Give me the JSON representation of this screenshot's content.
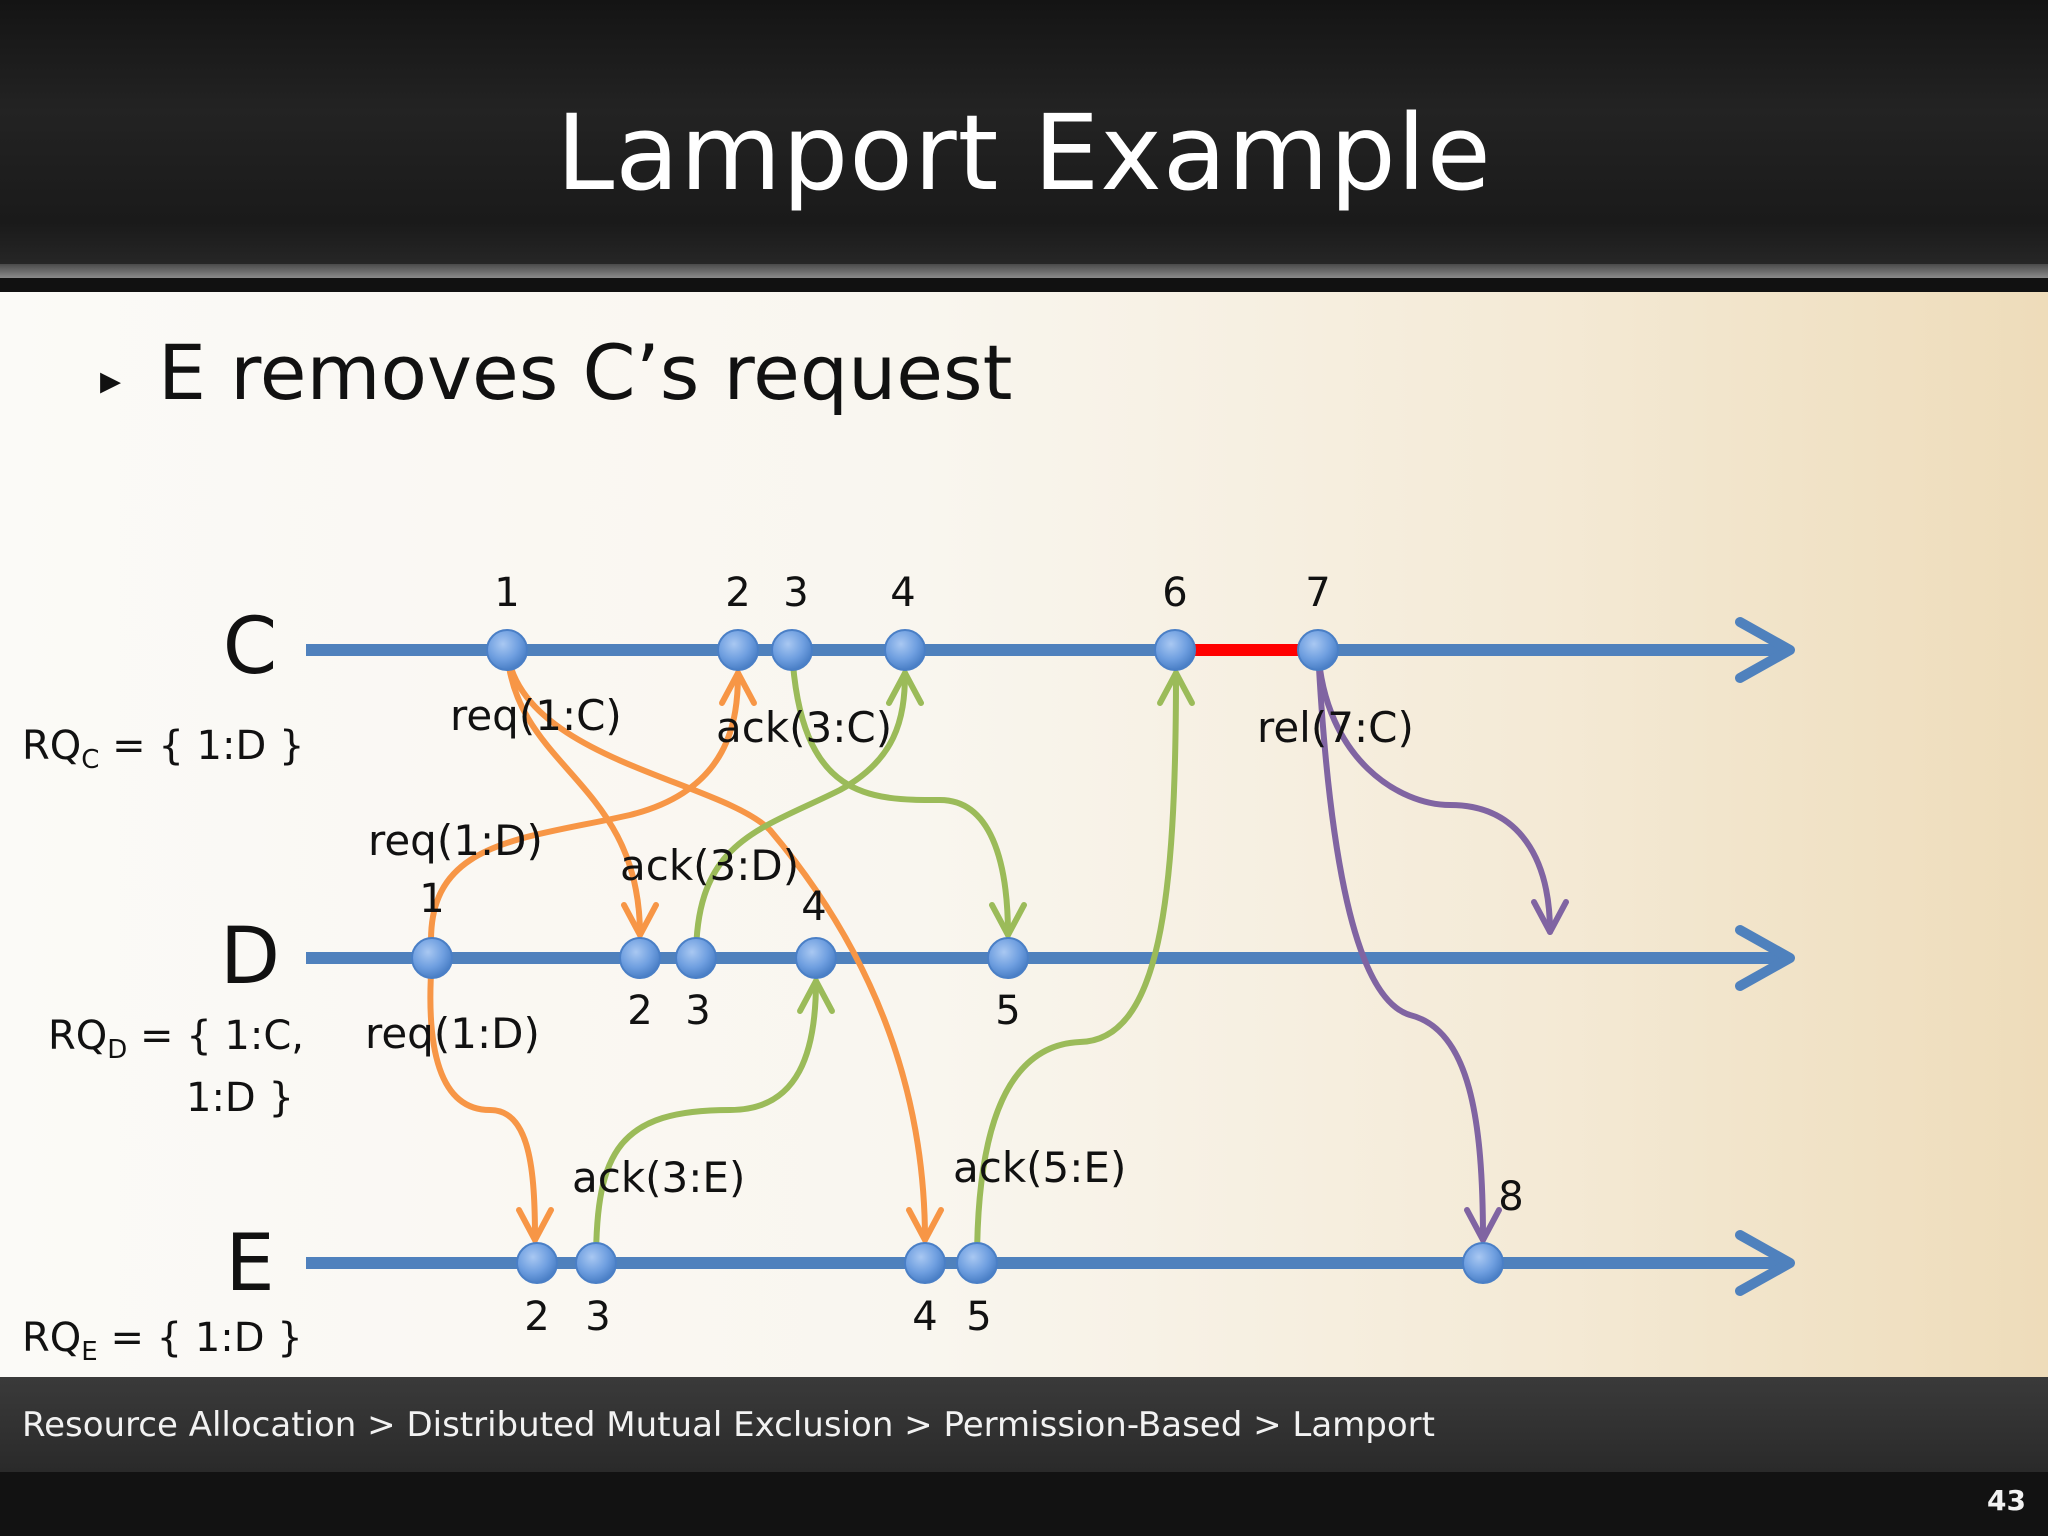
{
  "slide": {
    "title": "Lamport Example",
    "bullet": "E removes C’s request",
    "breadcrumb": "Resource Allocation > Distributed Mutual Exclusion > Permission-Based > Lamport",
    "page_number": "43"
  },
  "processes": [
    {
      "name": "C",
      "rq_prefix": "RQ",
      "rq_sub": "C",
      "rq_value": "= { 1:D }"
    },
    {
      "name": "D",
      "rq_prefix": "RQ",
      "rq_sub": "D",
      "rq_value": "= { 1:C,",
      "rq_value_2": "1:D }"
    },
    {
      "name": "E",
      "rq_prefix": "RQ",
      "rq_sub": "E",
      "rq_value": "= { 1:D }"
    }
  ],
  "events": {
    "C": [
      "1",
      "2",
      "3",
      "4",
      "6",
      "7"
    ],
    "D": [
      "1",
      "2",
      "3",
      "4",
      "5"
    ],
    "E": [
      "2",
      "3",
      "4",
      "5",
      "8"
    ]
  },
  "messages": [
    {
      "label": "req(1:C)",
      "color": "#f79646"
    },
    {
      "label": "req(1:D)",
      "color": "#f79646"
    },
    {
      "label": "req(1:D)",
      "color": "#f79646"
    },
    {
      "label": "ack(3:C)",
      "color": "#9bbb59"
    },
    {
      "label": "ack(3:D)",
      "color": "#9bbb59"
    },
    {
      "label": "ack(3:E)",
      "color": "#9bbb59"
    },
    {
      "label": "ack(5:E)",
      "color": "#9bbb59"
    },
    {
      "label": "rel(7:C)",
      "color": "#8064a2"
    }
  ],
  "colors": {
    "timeline": "#4f81bd",
    "event_dot": "#6f9fe0",
    "request": "#f79646",
    "ack": "#9bbb59",
    "release": "#8064a2",
    "critical_section": "#ff0000"
  }
}
